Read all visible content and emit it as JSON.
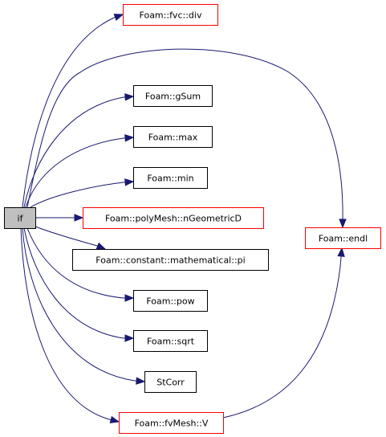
{
  "colors": {
    "edge": "#191970",
    "root_fill": "#bfbfbf",
    "root_border": "#000000",
    "node_border_black": "#000000",
    "node_border_red": "#ff0000",
    "node_fill": "#ffffff"
  },
  "graph": {
    "root": {
      "id": "if",
      "label": "if"
    },
    "nodes": [
      {
        "id": "fvc-div",
        "label": "Foam::fvc::div",
        "border": "red"
      },
      {
        "id": "gsum",
        "label": "Foam::gSum",
        "border": "black"
      },
      {
        "id": "max",
        "label": "Foam::max",
        "border": "black"
      },
      {
        "id": "min",
        "label": "Foam::min",
        "border": "black"
      },
      {
        "id": "ngeometricd",
        "label": "Foam::polyMesh::nGeometricD",
        "border": "red"
      },
      {
        "id": "pi",
        "label": "Foam::constant::mathematical::pi",
        "border": "black"
      },
      {
        "id": "pow",
        "label": "Foam::pow",
        "border": "black"
      },
      {
        "id": "sqrt",
        "label": "Foam::sqrt",
        "border": "black"
      },
      {
        "id": "stcorr",
        "label": "StCorr",
        "border": "black"
      },
      {
        "id": "fvmesh-v",
        "label": "Foam::fvMesh::V",
        "border": "red"
      },
      {
        "id": "endl",
        "label": "Foam::endl",
        "border": "red"
      }
    ],
    "edges": [
      {
        "from": "if",
        "to": "fvc-div"
      },
      {
        "from": "if",
        "to": "endl"
      },
      {
        "from": "if",
        "to": "gsum"
      },
      {
        "from": "if",
        "to": "max"
      },
      {
        "from": "if",
        "to": "min"
      },
      {
        "from": "if",
        "to": "ngeometricd"
      },
      {
        "from": "if",
        "to": "pi"
      },
      {
        "from": "if",
        "to": "pow"
      },
      {
        "from": "if",
        "to": "sqrt"
      },
      {
        "from": "if",
        "to": "stcorr"
      },
      {
        "from": "if",
        "to": "fvmesh-v"
      },
      {
        "from": "fvmesh-v",
        "to": "endl"
      }
    ]
  }
}
